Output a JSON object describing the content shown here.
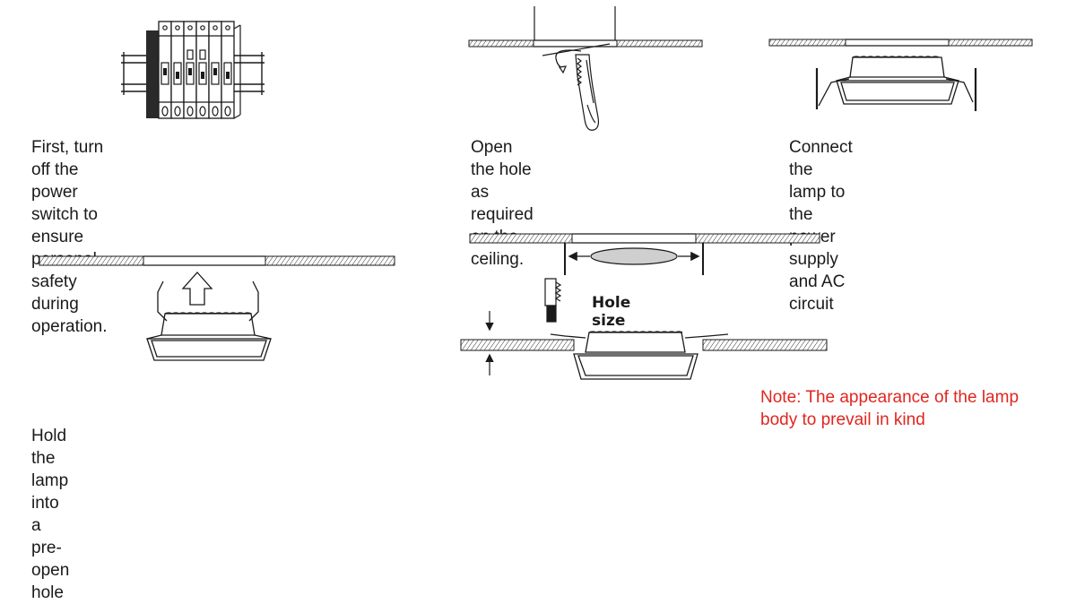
{
  "steps": [
    {
      "lines": [
        "First, turn off the power switch to ensure",
        "personal safety during operation."
      ]
    },
    {
      "lines": [
        "Open the hole as required",
        "on the ceiling."
      ]
    },
    {
      "lines": [
        "Connect the lamp to the power",
        "supply and AC circuit"
      ]
    },
    {
      "lines": [
        "Hold the lamp into a pre-open hole"
      ]
    }
  ],
  "hole_size_label": "Hole size",
  "note": {
    "lines": [
      "Note: The appearance of the lamp",
      "body to prevail in kind"
    ]
  },
  "colors": {
    "line": "#1a1a1a",
    "note": "#e0261f",
    "lens": "#cfcfcf"
  }
}
